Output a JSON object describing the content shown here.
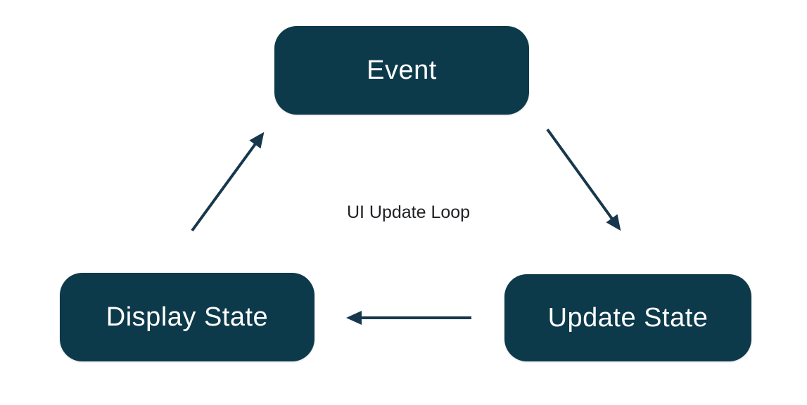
{
  "diagram": {
    "title": "UI Update Loop",
    "nodes": [
      {
        "id": "event",
        "label": "Event"
      },
      {
        "id": "update-state",
        "label": "Update State"
      },
      {
        "id": "display-state",
        "label": "Display State"
      }
    ],
    "edges": [
      {
        "from": "event",
        "to": "update-state",
        "direction": "down-right"
      },
      {
        "from": "update-state",
        "to": "display-state",
        "direction": "left"
      },
      {
        "from": "display-state",
        "to": "event",
        "direction": "up-right"
      }
    ],
    "colors": {
      "background": "#ffffff",
      "node_fill": "#0d3a4a",
      "node_text": "#ffffff",
      "arrow": "#17384c",
      "loop_label_text": "#202124"
    }
  }
}
